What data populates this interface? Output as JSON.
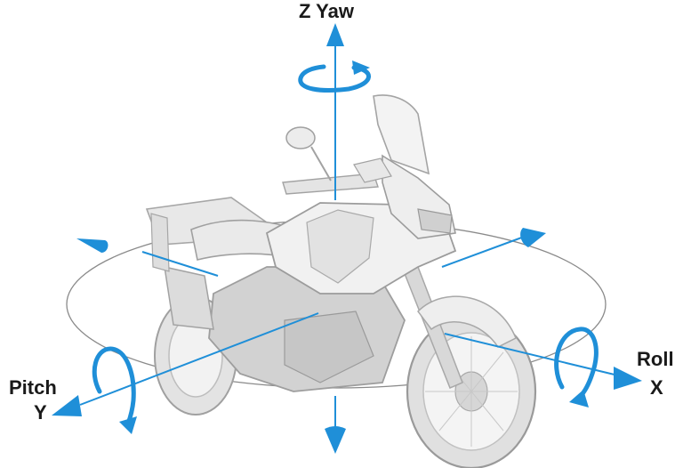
{
  "labels": {
    "z_axis": "Z Yaw",
    "pitch": "Pitch",
    "y_axis": "Y",
    "roll": "Roll",
    "x_axis": "X"
  },
  "colors": {
    "axis_blue": "#1f8fd8",
    "orbit_line": "#8a8a8a",
    "bike_body": "#e6e6e6",
    "bike_shadow": "#c4c4c4",
    "bike_outline": "#9a9a9a",
    "text": "#1a1a1a"
  },
  "icons": {
    "vehicle": "adventure-motorcycle-icon",
    "yaw_rotation": "yaw-rotation-arrow-icon",
    "pitch_rotation": "pitch-rotation-arrow-icon",
    "roll_rotation": "roll-rotation-arrow-icon"
  }
}
